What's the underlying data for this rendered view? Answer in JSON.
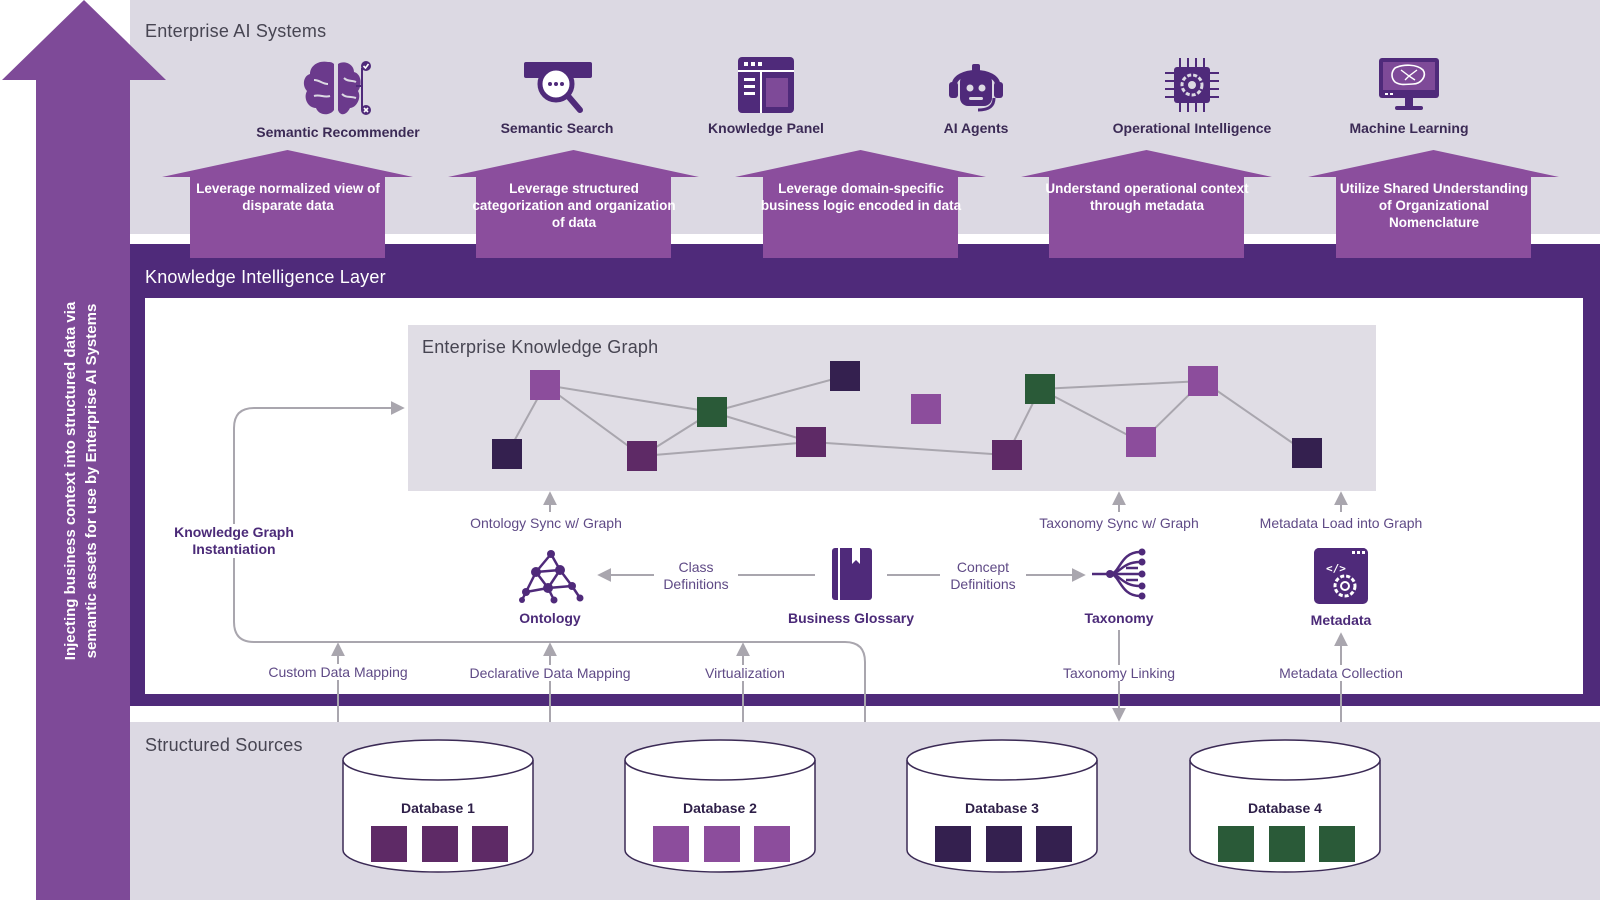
{
  "sections": {
    "enterprise_ai": "Enterprise AI Systems",
    "knowledge_layer": "Knowledge Intelligence Layer",
    "knowledge_graph": "Enterprise Knowledge Graph",
    "structured_sources": "Structured Sources"
  },
  "side_arrow_text": "Injecting business context into structured data via semantic assets for use by Enterprise AI Systems",
  "ai_systems": [
    {
      "label": "Semantic Recommender",
      "icon": "brain-check-icon"
    },
    {
      "label": "Semantic Search",
      "icon": "search-chat-icon"
    },
    {
      "label": "Knowledge Panel",
      "icon": "panel-layout-icon"
    },
    {
      "label": "AI Agents",
      "icon": "robot-headset-icon"
    },
    {
      "label": "Operational Intelligence",
      "icon": "chip-gear-icon"
    },
    {
      "label": "Machine Learning",
      "icon": "monitor-brain-icon"
    }
  ],
  "value_props": [
    "Leverage normalized view of disparate data",
    "Leverage structured categorization and organization of data",
    "Leverage domain-specific business logic encoded in data",
    "Understand operational context through metadata",
    "Utilize Shared Understanding of Organizational Nomenclature"
  ],
  "flows": {
    "kg_instantiation": "Knowledge Graph Instantiation",
    "ontology_sync": "Ontology Sync w/ Graph",
    "taxonomy_sync": "Taxonomy Sync w/ Graph",
    "metadata_load": "Metadata Load into Graph",
    "class_definitions": "Class Definitions",
    "concept_definitions": "Concept Definitions",
    "custom_mapping": "Custom Data Mapping",
    "declarative_mapping": "Declarative Data Mapping",
    "virtualization": "Virtualization",
    "taxonomy_linking": "Taxonomy Linking",
    "metadata_collection": "Metadata Collection"
  },
  "tools": [
    {
      "label": "Ontology",
      "icon": "network-icon"
    },
    {
      "label": "Business Glossary",
      "icon": "book-icon"
    },
    {
      "label": "Taxonomy",
      "icon": "tree-branch-icon"
    },
    {
      "label": "Metadata",
      "icon": "code-gear-icon"
    }
  ],
  "databases": [
    {
      "label": "Database 1",
      "color": "#5e2a66"
    },
    {
      "label": "Database 2",
      "color": "#8c4d9c"
    },
    {
      "label": "Database 3",
      "color": "#34204f"
    },
    {
      "label": "Database 4",
      "color": "#2a5a38"
    }
  ],
  "colors": {
    "purple_dark": "#4f2a7a",
    "purple_arrow": "#7e4a98",
    "purple_house": "#8b4e9d",
    "gray_bg": "#dcd9e3",
    "graph_bg": "#e0dde5",
    "green": "#2a5a38"
  }
}
